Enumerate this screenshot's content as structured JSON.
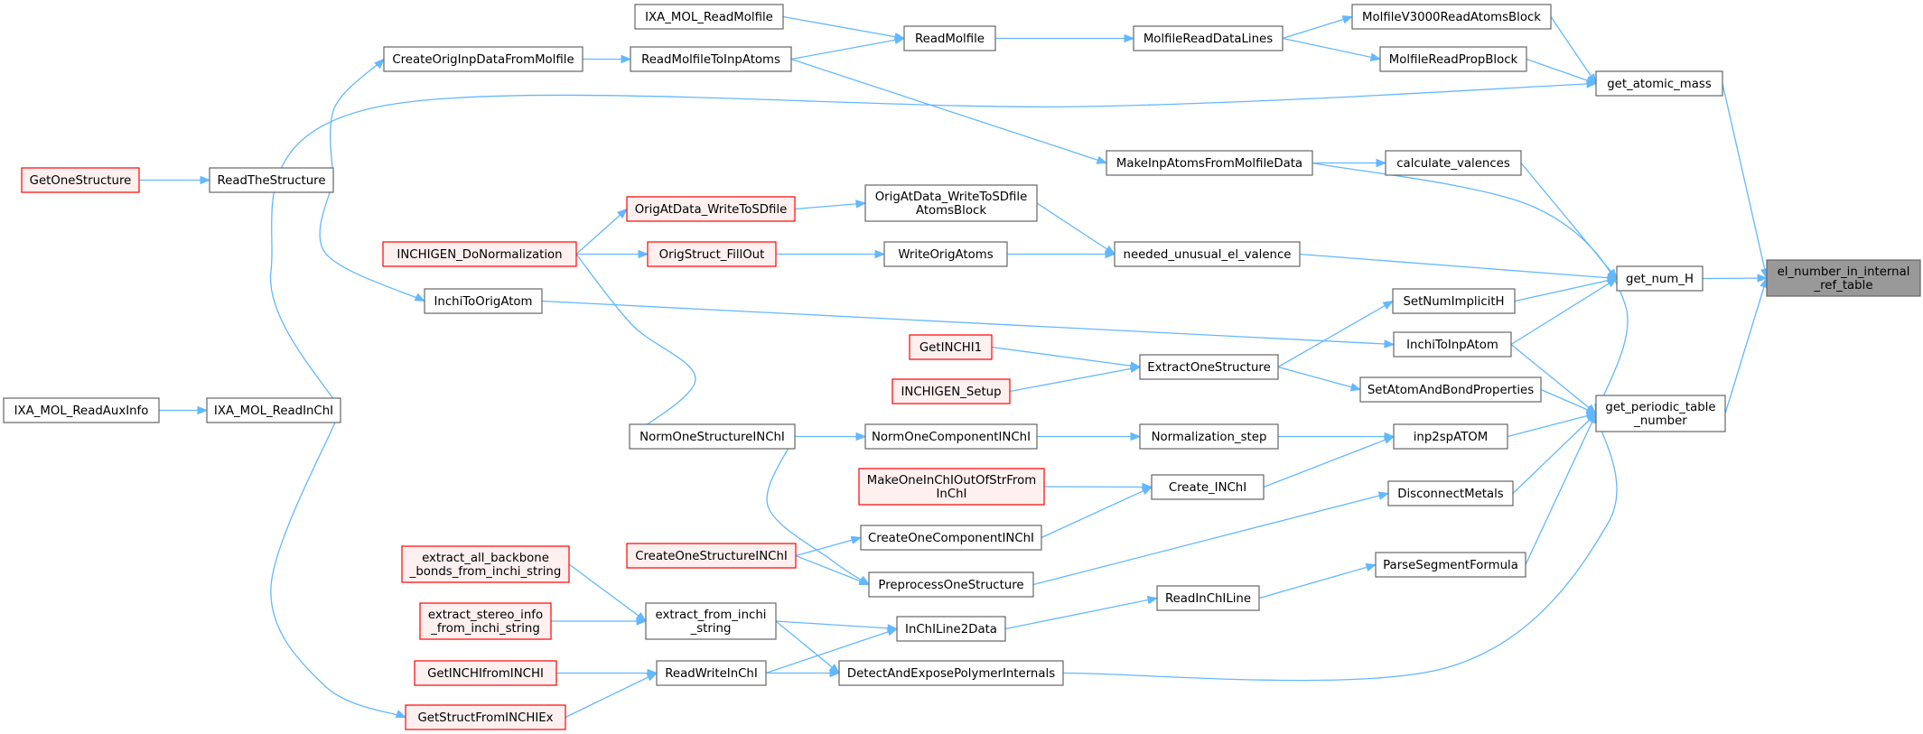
{
  "colors": {
    "edge": "#63b8ff",
    "normal_fill": "#ffffff",
    "normal_border": "#666666",
    "truncated_fill": "#fff0f0",
    "truncated_border": "#ff0000",
    "root_fill": "#999999",
    "root_border": "#666666"
  },
  "nodes": [
    {
      "id": "el_number",
      "label": [
        "el_number_in_internal",
        "_ref_table"
      ],
      "style": "root"
    },
    {
      "id": "get_atomic_mass",
      "label": [
        "get_atomic_mass"
      ],
      "style": "normal"
    },
    {
      "id": "get_num_H",
      "label": [
        "get_num_H"
      ],
      "style": "normal"
    },
    {
      "id": "get_periodic",
      "label": [
        "get_periodic_table",
        "_number"
      ],
      "style": "normal"
    },
    {
      "id": "MolV3000",
      "label": [
        "MolfileV3000ReadAtomsBlock"
      ],
      "style": "normal"
    },
    {
      "id": "MolfileReadPropBlock",
      "label": [
        "MolfileReadPropBlock"
      ],
      "style": "normal"
    },
    {
      "id": "MolfileReadDataLines",
      "label": [
        "MolfileReadDataLines"
      ],
      "style": "normal"
    },
    {
      "id": "ReadMolfile",
      "label": [
        "ReadMolfile"
      ],
      "style": "normal"
    },
    {
      "id": "IXA_MOL_ReadMolfile",
      "label": [
        "IXA_MOL_ReadMolfile"
      ],
      "style": "normal"
    },
    {
      "id": "ReadMolfileToInpAtoms",
      "label": [
        "ReadMolfileToInpAtoms"
      ],
      "style": "normal"
    },
    {
      "id": "CreateOrigInp",
      "label": [
        "CreateOrigInpDataFromMolfile"
      ],
      "style": "normal"
    },
    {
      "id": "ReadTheStructure",
      "label": [
        "ReadTheStructure"
      ],
      "style": "normal"
    },
    {
      "id": "GetOneStructure",
      "label": [
        "GetOneStructure"
      ],
      "style": "truncated"
    },
    {
      "id": "MakeInpAtoms",
      "label": [
        "MakeInpAtomsFromMolfileData"
      ],
      "style": "normal"
    },
    {
      "id": "calculate_valences",
      "label": [
        "calculate_valences"
      ],
      "style": "normal"
    },
    {
      "id": "OrigAt_WriteAtoms",
      "label": [
        "OrigAtData_WriteToSDfile",
        "AtomsBlock"
      ],
      "style": "normal"
    },
    {
      "id": "OrigAt_WriteSD",
      "label": [
        "OrigAtData_WriteToSDfile"
      ],
      "style": "truncated"
    },
    {
      "id": "INCHIGEN_DoNorm",
      "label": [
        "INCHIGEN_DoNormalization"
      ],
      "style": "truncated"
    },
    {
      "id": "OrigStruct_FillOut",
      "label": [
        "OrigStruct_FillOut"
      ],
      "style": "truncated"
    },
    {
      "id": "WriteOrigAtoms",
      "label": [
        "WriteOrigAtoms"
      ],
      "style": "normal"
    },
    {
      "id": "needed_unusual",
      "label": [
        "needed_unusual_el_valence"
      ],
      "style": "normal"
    },
    {
      "id": "InchiToOrigAtom",
      "label": [
        "InchiToOrigAtom"
      ],
      "style": "normal"
    },
    {
      "id": "SetNumImplicitH",
      "label": [
        "SetNumImplicitH"
      ],
      "style": "normal"
    },
    {
      "id": "InchiToInpAtom",
      "label": [
        "InchiToInpAtom"
      ],
      "style": "normal"
    },
    {
      "id": "GetINCHI1",
      "label": [
        "GetINCHI1"
      ],
      "style": "truncated"
    },
    {
      "id": "INCHIGEN_Setup",
      "label": [
        "INCHIGEN_Setup"
      ],
      "style": "truncated"
    },
    {
      "id": "ExtractOneStructure",
      "label": [
        "ExtractOneStructure"
      ],
      "style": "normal"
    },
    {
      "id": "SetAtomAndBond",
      "label": [
        "SetAtomAndBondProperties"
      ],
      "style": "normal"
    },
    {
      "id": "IXA_MOL_ReadAuxInfo",
      "label": [
        "IXA_MOL_ReadAuxInfo"
      ],
      "style": "normal"
    },
    {
      "id": "IXA_MOL_ReadInChI",
      "label": [
        "IXA_MOL_ReadInChI"
      ],
      "style": "normal"
    },
    {
      "id": "NormOneStructure",
      "label": [
        "NormOneStructureINChI"
      ],
      "style": "normal"
    },
    {
      "id": "NormOneComponent",
      "label": [
        "NormOneComponentINChI"
      ],
      "style": "normal"
    },
    {
      "id": "Normalization_step",
      "label": [
        "Normalization_step"
      ],
      "style": "normal"
    },
    {
      "id": "inp2spATOM",
      "label": [
        "inp2spATOM"
      ],
      "style": "normal"
    },
    {
      "id": "MakeOneInChI",
      "label": [
        "MakeOneInChIOutOfStrFrom",
        "InChI"
      ],
      "style": "truncated"
    },
    {
      "id": "Create_INChI",
      "label": [
        "Create_INChI"
      ],
      "style": "normal"
    },
    {
      "id": "DisconnectMetals",
      "label": [
        "DisconnectMetals"
      ],
      "style": "normal"
    },
    {
      "id": "CreateOneStructure",
      "label": [
        "CreateOneStructureINChI"
      ],
      "style": "truncated"
    },
    {
      "id": "CreateOneComponent",
      "label": [
        "CreateOneComponentINChI"
      ],
      "style": "normal"
    },
    {
      "id": "PreprocessOne",
      "label": [
        "PreprocessOneStructure"
      ],
      "style": "normal"
    },
    {
      "id": "extract_all_backbone",
      "label": [
        "extract_all_backbone",
        "_bonds_from_inchi_string"
      ],
      "style": "truncated"
    },
    {
      "id": "extract_stereo",
      "label": [
        "extract_stereo_info",
        "_from_inchi_string"
      ],
      "style": "truncated"
    },
    {
      "id": "extract_from_inchi",
      "label": [
        "extract_from_inchi",
        "_string"
      ],
      "style": "normal"
    },
    {
      "id": "InChILine2Data",
      "label": [
        "InChILine2Data"
      ],
      "style": "normal"
    },
    {
      "id": "ReadInChILine",
      "label": [
        "ReadInChILine"
      ],
      "style": "normal"
    },
    {
      "id": "ParseSegmentFormula",
      "label": [
        "ParseSegmentFormula"
      ],
      "style": "normal"
    },
    {
      "id": "GetINCHIfromINCHI",
      "label": [
        "GetINCHIfromINCHI"
      ],
      "style": "truncated"
    },
    {
      "id": "ReadWriteInChI",
      "label": [
        "ReadWriteInChI"
      ],
      "style": "normal"
    },
    {
      "id": "DetectAndExpose",
      "label": [
        "DetectAndExposePolymerInternals"
      ],
      "style": "normal"
    },
    {
      "id": "GetStructFromINCHIEx",
      "label": [
        "GetStructFromINCHIEx"
      ],
      "style": "truncated"
    }
  ],
  "edges": [
    [
      "get_atomic_mass",
      "el_number"
    ],
    [
      "get_num_H",
      "el_number"
    ],
    [
      "get_periodic",
      "el_number"
    ],
    [
      "MolV3000",
      "get_atomic_mass"
    ],
    [
      "MolfileReadPropBlock",
      "get_atomic_mass"
    ],
    [
      "IXA_MOL_ReadInChI",
      "get_atomic_mass"
    ],
    [
      "calculate_valences",
      "get_num_H"
    ],
    [
      "needed_unusual",
      "get_num_H"
    ],
    [
      "SetNumImplicitH",
      "get_num_H"
    ],
    [
      "InchiToInpAtom",
      "get_num_H"
    ],
    [
      "MakeInpAtoms",
      "get_periodic"
    ],
    [
      "InchiToInpAtom",
      "get_periodic"
    ],
    [
      "SetAtomAndBond",
      "get_periodic"
    ],
    [
      "inp2spATOM",
      "get_periodic"
    ],
    [
      "DisconnectMetals",
      "get_periodic"
    ],
    [
      "ParseSegmentFormula",
      "get_periodic"
    ],
    [
      "DetectAndExpose",
      "get_periodic"
    ],
    [
      "MolfileReadDataLines",
      "MolV3000"
    ],
    [
      "MolfileReadDataLines",
      "MolfileReadPropBlock"
    ],
    [
      "ReadMolfile",
      "MolfileReadDataLines"
    ],
    [
      "IXA_MOL_ReadMolfile",
      "ReadMolfile"
    ],
    [
      "ReadMolfileToInpAtoms",
      "ReadMolfile"
    ],
    [
      "CreateOrigInp",
      "ReadMolfileToInpAtoms"
    ],
    [
      "ReadTheStructure",
      "CreateOrigInp"
    ],
    [
      "GetOneStructure",
      "ReadTheStructure"
    ],
    [
      "ReadMolfileToInpAtoms",
      "MakeInpAtoms"
    ],
    [
      "MakeInpAtoms",
      "calculate_valences"
    ],
    [
      "OrigAt_WriteAtoms",
      "needed_unusual"
    ],
    [
      "WriteOrigAtoms",
      "needed_unusual"
    ],
    [
      "OrigAt_WriteSD",
      "OrigAt_WriteAtoms"
    ],
    [
      "INCHIGEN_DoNorm",
      "OrigAt_WriteSD"
    ],
    [
      "OrigStruct_FillOut",
      "WriteOrigAtoms"
    ],
    [
      "INCHIGEN_DoNorm",
      "OrigStruct_FillOut"
    ],
    [
      "ReadTheStructure",
      "InchiToOrigAtom"
    ],
    [
      "InchiToOrigAtom",
      "InchiToInpAtom"
    ],
    [
      "ExtractOneStructure",
      "SetNumImplicitH"
    ],
    [
      "GetINCHI1",
      "ExtractOneStructure"
    ],
    [
      "INCHIGEN_Setup",
      "ExtractOneStructure"
    ],
    [
      "ExtractOneStructure",
      "SetAtomAndBond"
    ],
    [
      "IXA_MOL_ReadAuxInfo",
      "IXA_MOL_ReadInChI"
    ],
    [
      "IXA_MOL_ReadInChI",
      "GetStructFromINCHIEx"
    ],
    [
      "INCHIGEN_DoNorm",
      "NormOneStructure"
    ],
    [
      "NormOneStructure",
      "NormOneComponent"
    ],
    [
      "NormOneComponent",
      "Normalization_step"
    ],
    [
      "Normalization_step",
      "inp2spATOM"
    ],
    [
      "Create_INChI",
      "inp2spATOM"
    ],
    [
      "MakeOneInChI",
      "Create_INChI"
    ],
    [
      "CreateOneComponent",
      "Create_INChI"
    ],
    [
      "PreprocessOne",
      "DisconnectMetals"
    ],
    [
      "NormOneStructure",
      "PreprocessOne"
    ],
    [
      "CreateOneStructure",
      "CreateOneComponent"
    ],
    [
      "CreateOneStructure",
      "PreprocessOne"
    ],
    [
      "ReadInChILine",
      "ParseSegmentFormula"
    ],
    [
      "InChILine2Data",
      "ReadInChILine"
    ],
    [
      "extract_all_backbone",
      "extract_from_inchi"
    ],
    [
      "extract_stereo",
      "extract_from_inchi"
    ],
    [
      "extract_from_inchi",
      "InChILine2Data"
    ],
    [
      "ReadWriteInChI",
      "InChILine2Data"
    ],
    [
      "extract_from_inchi",
      "DetectAndExpose"
    ],
    [
      "ReadWriteInChI",
      "DetectAndExpose"
    ],
    [
      "GetINCHIfromINCHI",
      "ReadWriteInChI"
    ],
    [
      "GetStructFromINCHIEx",
      "ReadWriteInChI"
    ]
  ]
}
